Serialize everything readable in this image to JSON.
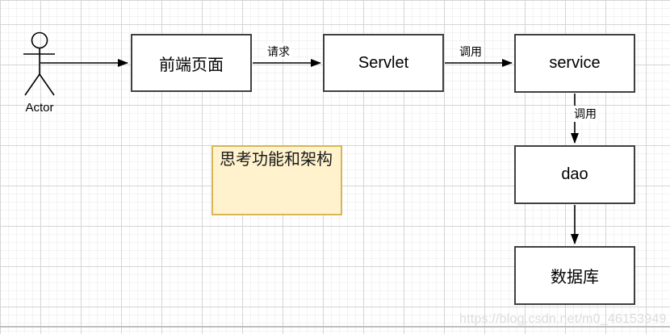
{
  "actor": {
    "label": "Actor"
  },
  "nodes": {
    "frontend": {
      "label": "前端页面"
    },
    "servlet": {
      "label": "Servlet"
    },
    "service": {
      "label": "service"
    },
    "dao": {
      "label": "dao"
    },
    "database": {
      "label": "数据库"
    }
  },
  "edges": {
    "actor_to_frontend": {
      "label": ""
    },
    "frontend_to_servlet": {
      "label": "请求"
    },
    "servlet_to_service": {
      "label": "调用"
    },
    "service_to_dao": {
      "label": "调用"
    },
    "dao_to_database": {
      "label": ""
    }
  },
  "note": {
    "text": "思考功能和架构"
  },
  "watermark": "https://blog.csdn.net/m0_46153949",
  "colors": {
    "node_border": "#404040",
    "node_fill": "#ffffff",
    "note_fill": "#fff2cc",
    "note_border": "#d6b656",
    "grid_minor": "#f3f3f3",
    "grid_major": "#d5d5d5",
    "arrow": "#000000",
    "watermark": "#dcdcdc"
  }
}
